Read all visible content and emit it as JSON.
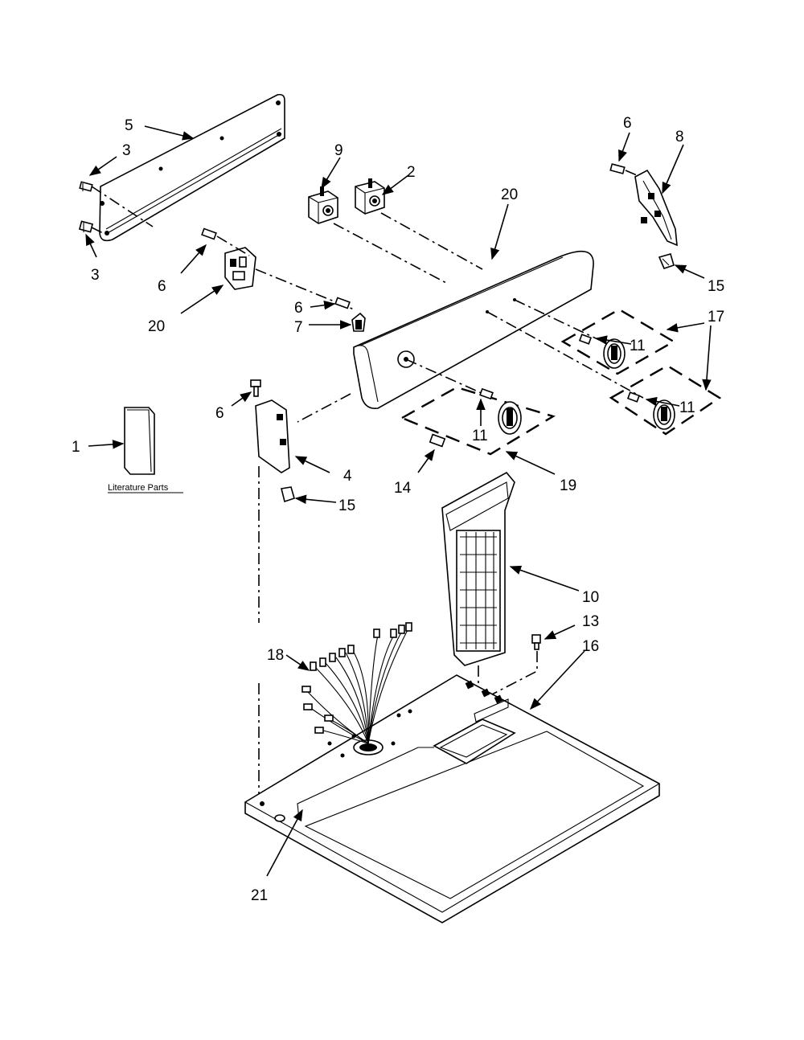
{
  "callouts": {
    "c1": "1",
    "c2": "2",
    "c3a": "3",
    "c3b": "3",
    "c4": "4",
    "c5": "5",
    "c6a": "6",
    "c6b": "6",
    "c6c": "6",
    "c6d": "6",
    "c7": "7",
    "c8": "8",
    "c9": "9",
    "c10": "10",
    "c11a": "11",
    "c11b": "11",
    "c11c": "11",
    "c13": "13",
    "c14": "14",
    "c15a": "15",
    "c15b": "15",
    "c16": "16",
    "c17": "17",
    "c18": "18",
    "c19": "19",
    "c20a": "20",
    "c20b": "20",
    "c21": "21"
  },
  "literature_label": "Literature Parts"
}
